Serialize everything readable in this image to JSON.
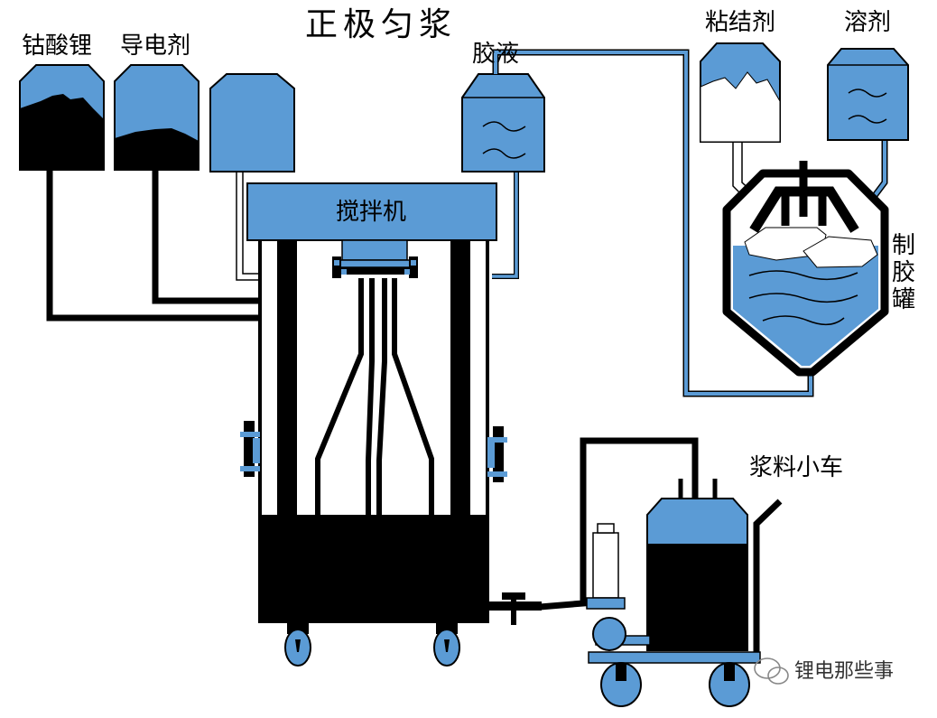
{
  "title": "正极匀浆",
  "labels": {
    "lco": "钴酸锂",
    "conductive": "导电剂",
    "glue": "胶液",
    "binder": "粘结剂",
    "solvent": "溶剂",
    "mixer": "搅拌机",
    "glue_tank": "制胶罐",
    "slurry_cart": "浆料小车"
  },
  "watermark": "锂电那些事",
  "colors": {
    "accent_blue": "#5b9bd5",
    "fill_black": "#000000",
    "outline": "#000000"
  }
}
